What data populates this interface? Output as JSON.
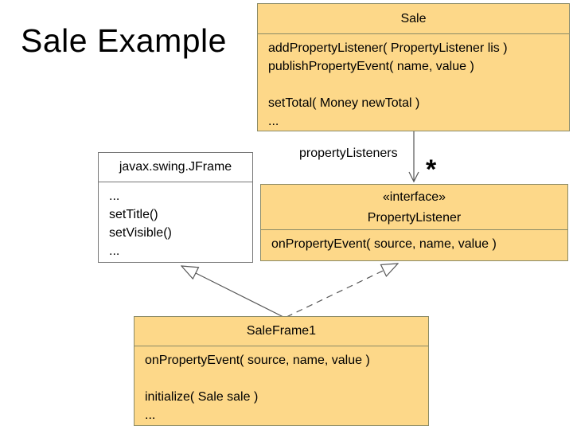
{
  "slide": {
    "title": "Sale Example"
  },
  "colors": {
    "class_fill": "#FDD889",
    "class_border": "#8A8A66",
    "jframe_fill": "#FFFFFF",
    "connector": "#555555",
    "background": "#FFFFFF",
    "text": "#000000"
  },
  "classes": {
    "sale": {
      "name": "Sale",
      "members": [
        "addPropertyListener( PropertyListener lis )",
        "publishPropertyEvent( name, value )",
        "",
        "setTotal( Money newTotal )",
        "..."
      ]
    },
    "jframe": {
      "name": "javax.swing.JFrame",
      "members": [
        "...",
        "setTitle()",
        "setVisible()",
        "..."
      ]
    },
    "property_listener": {
      "stereotype": "«interface»",
      "name": "PropertyListener",
      "members": [
        "onPropertyEvent( source, name, value )"
      ]
    },
    "sale_frame1": {
      "name": "SaleFrame1",
      "members": [
        "onPropertyEvent( source, name, value )",
        "",
        "initialize( Sale sale )",
        "..."
      ]
    }
  },
  "connectors": {
    "association": {
      "type": "directed association",
      "from": "Sale",
      "to": "PropertyListener",
      "label": "propertyListeners",
      "multiplicity": "*"
    },
    "generalization": {
      "type": "generalization",
      "from": "SaleFrame1",
      "to": "javax.swing.JFrame"
    },
    "realization": {
      "type": "realization (dashed)",
      "from": "SaleFrame1",
      "to": "PropertyListener"
    }
  }
}
